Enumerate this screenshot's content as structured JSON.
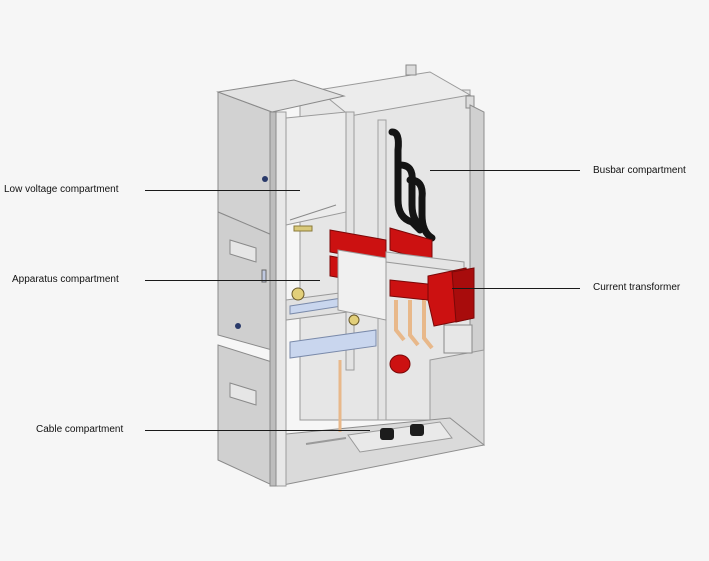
{
  "labels": {
    "low_voltage": "Low voltage compartment",
    "apparatus": "Apparatus compartment",
    "cable": "Cable compartment",
    "busbar": "Busbar compartment",
    "current_transformer": "Current transformer"
  },
  "colors": {
    "background": "#f6f6f6",
    "panel": "#d4d4d4",
    "frame": "#e4e4e4",
    "busbar_red": "#cc1111",
    "busbar_dark": "#8a0a0a",
    "cable_black": "#141414",
    "copper": "#e8b88a",
    "insulator_blue": "#c9d6ee"
  }
}
